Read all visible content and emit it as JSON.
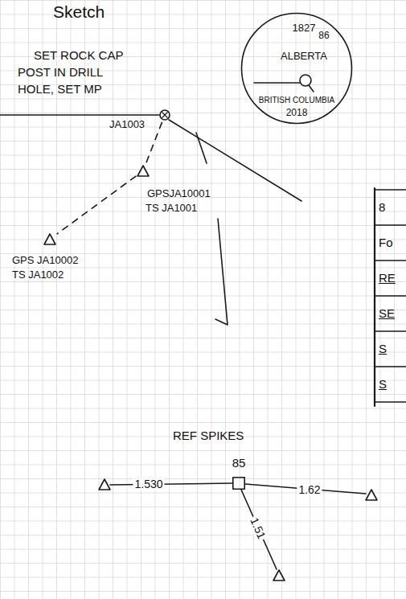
{
  "diagram": {
    "title": "Sketch",
    "nodes": [
      {
        "text": [
          "1827",
          "86",
          "ALBERTA",
          "BRITISH COLUMBIA",
          "2018"
        ]
      },
      {
        "text": [
          "JA1003"
        ]
      },
      {
        "text": [
          "GPSJA10001",
          "TS JA1001"
        ]
      },
      {
        "text": [
          "GPS JA10002",
          "TS JA1002"
        ]
      },
      {
        "text": [
          "85"
        ]
      }
    ],
    "edges": [
      {
        "from": 1,
        "to": 2,
        "arrow": "none"
      },
      {
        "from": 2,
        "to": 3,
        "arrow": "none"
      }
    ],
    "labels": [
      "SET ROCK CAP POST IN DRILL HOLE, SET MP",
      "8",
      "Fo",
      "RE",
      "SE",
      "S",
      "S",
      "REF SPIKES",
      "1.530",
      "1.62",
      "1.51"
    ]
  }
}
